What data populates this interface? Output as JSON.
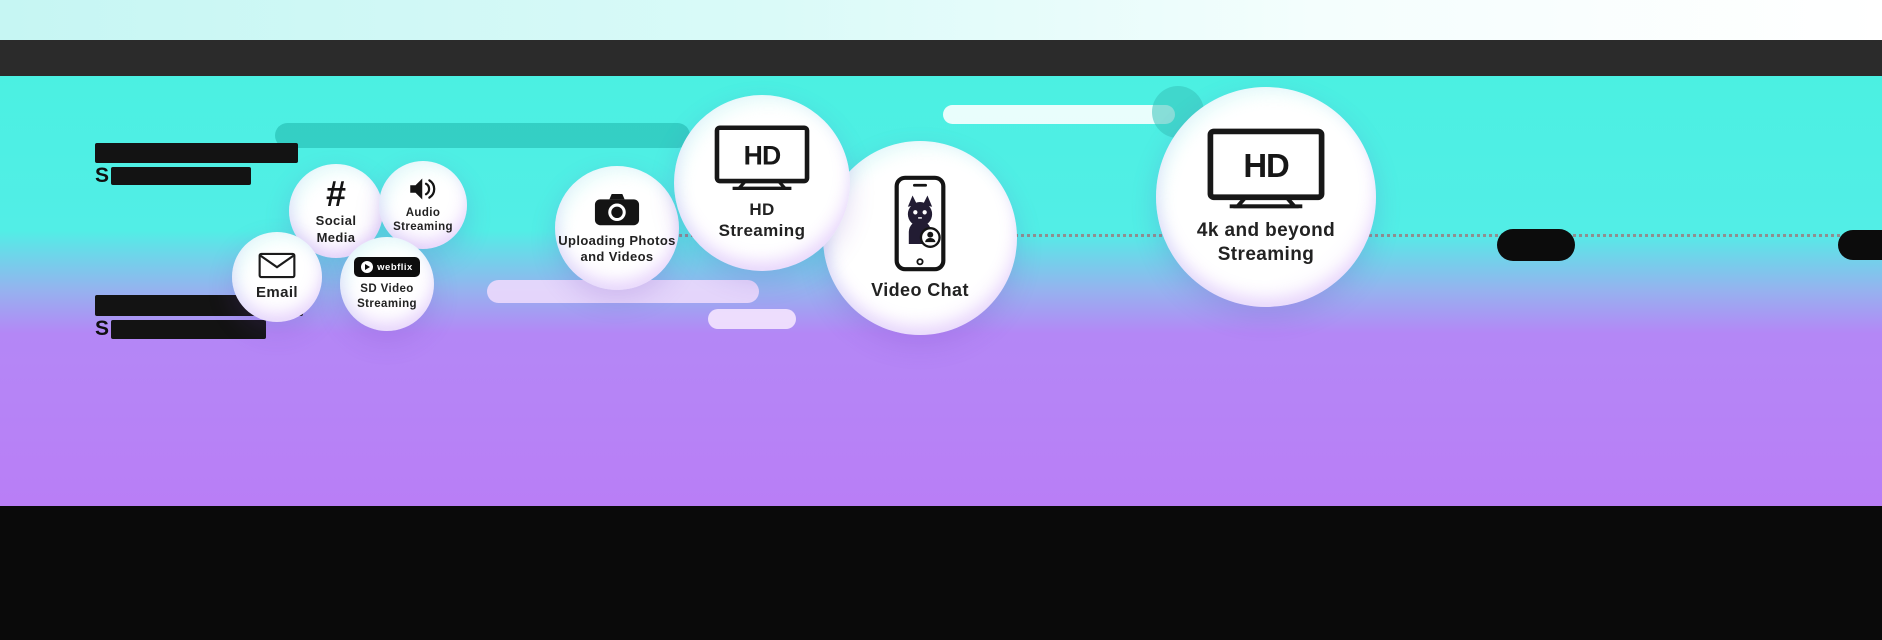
{
  "icons": {
    "hashtag": "#"
  },
  "bubbles": {
    "email": {
      "label": "Email",
      "icon": "envelope-icon"
    },
    "social": {
      "label": "Social Media",
      "icon": "hashtag-icon"
    },
    "audio": {
      "label": "Audio Streaming",
      "icon": "speaker-icon"
    },
    "sd_video": {
      "label": "SD Video Streaming",
      "icon": "webflix-logo",
      "logo_text": "webflix"
    },
    "uploading": {
      "label": "Uploading Photos and Videos",
      "icon": "camera-icon"
    },
    "hd": {
      "label": "HD Streaming",
      "icon": "hd-tv-icon",
      "screen_text": "HD"
    },
    "video_chat": {
      "label": "Video Chat",
      "icon": "video-chat-phone-icon"
    },
    "uhd": {
      "label": "4k and beyond Streaming",
      "icon": "hd-tv-icon",
      "screen_text": "HD"
    }
  },
  "redacted": {
    "upper_left_visible": "S",
    "lower_left_visible": "S"
  },
  "colors": {
    "background_top": "#4BF0E2",
    "background_bottom": "#B97EF6",
    "top_strip": "#CDF8F5",
    "dark_bar": "#2B2B2B",
    "footer": "#0A0A0A",
    "bubble_fill": "#FFFFFF",
    "icon_ink": "#171717",
    "teal_pill": "#2FBDB2",
    "lavender_pill": "#EBD9FB"
  }
}
